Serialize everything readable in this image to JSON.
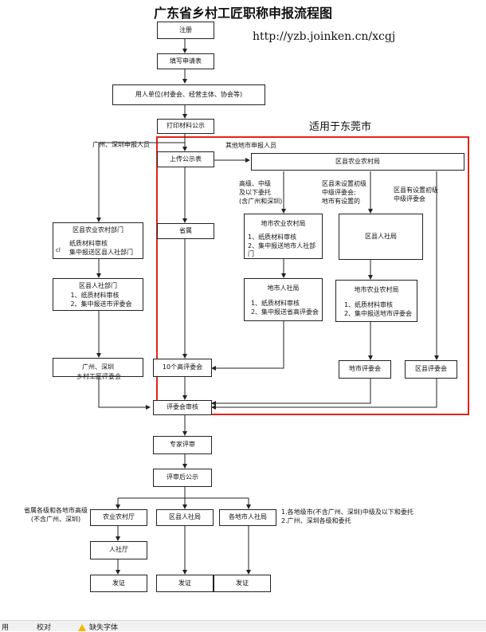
{
  "title": "广东省乡村工匠职称申报流程图",
  "url": "http://yzb.joinken.cn/xcgj",
  "red_box_note": "适用于东莞市",
  "nodes": {
    "register": "注册",
    "fill_form": "填写申请表",
    "employer": "用人单位(村委会、经营主体、协会等)",
    "print_publicity": "打印材料公示",
    "upload": "上传公示表",
    "county_agri_top": "区县农业农村局",
    "provincial_dept": "省属",
    "county_agri_left": "区县农业农村部门",
    "county_agri_left_sub": "纸质材料审核\n集中报送区县人社部门",
    "county_hr_left": "区县人社部门",
    "county_hr_left_sub": "1、纸质材料审核\n2、集中报送市评委会",
    "gz_sz": "广州、深圳",
    "city_agri": "地市农业农村局",
    "city_agri_sub": "1、纸质材料审核\n2、集中报送地市人社部门",
    "county_hr_right": "区县人社局",
    "city_hr": "地市人社局",
    "city_hr_sub": "1、纸质材料审核\n2、集中报送省高评委会",
    "city_agri_2": "地市农业农村局",
    "city_agri_2_sub": "1、纸质材料审核\n2、集中报送地市评委会",
    "ten_senior": "10个高评委会",
    "city_committee": "地市评委会",
    "county_committee": "区县评委会",
    "committee_review": "评委会审核",
    "expert_review": "专家评审",
    "post_review_publicity": "评审后公示",
    "agri_dept": "农业农村厅",
    "county_hr_bottom": "区县人社局",
    "city_hr_bottom": "各地市人社局",
    "hr_dept": "人社厅",
    "cert1": "发证",
    "cert2": "发证",
    "cert3": "发证"
  },
  "labels": {
    "gz_sz_applicant": "广州、深圳申报人员",
    "other_city_applicant": "其他地市申报人员",
    "senior_mid": "高级、中级\n及以下委托\n(含广州和深圳)",
    "no_mid_committee": "区县未设置初级\n中级评委会;\n地市有设置的",
    "has_junior_committee": "区县有设置初级\n中级评委会",
    "joint_committee": "乡村工匠评委会",
    "provincial_left": "省属各级和各地市高级\n(不含广州、深圳)",
    "legend": "1.各地级市(不含广州、深圳)中级及以下和委托\n2.广州、深圳各级和委托",
    "stray_cl": "cl"
  },
  "statusbar": {
    "item1": "用",
    "item2": "校对",
    "item3": "缺失字体"
  },
  "colors": {
    "highlight": "#e32219",
    "line": "#222222"
  }
}
